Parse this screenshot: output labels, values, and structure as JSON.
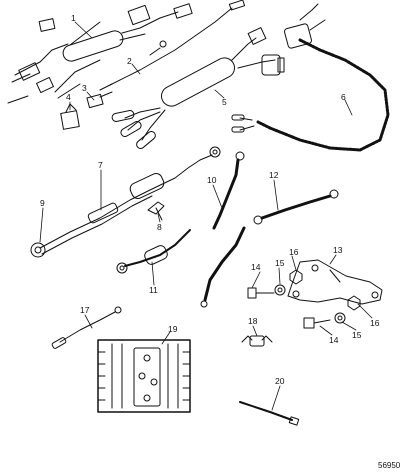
{
  "diagram": {
    "drawing_code": "56950",
    "callouts": [
      {
        "id": "c1",
        "text": "1"
      },
      {
        "id": "c2",
        "text": "2"
      },
      {
        "id": "c3",
        "text": "3"
      },
      {
        "id": "c4",
        "text": "4"
      },
      {
        "id": "c5",
        "text": "5"
      },
      {
        "id": "c6",
        "text": "6"
      },
      {
        "id": "c7",
        "text": "7"
      },
      {
        "id": "c8",
        "text": "8"
      },
      {
        "id": "c9",
        "text": "9"
      },
      {
        "id": "c10",
        "text": "10"
      },
      {
        "id": "c11",
        "text": "11"
      },
      {
        "id": "c12",
        "text": "12"
      },
      {
        "id": "c13",
        "text": "13"
      },
      {
        "id": "c14a",
        "text": "14"
      },
      {
        "id": "c14b",
        "text": "14"
      },
      {
        "id": "c15a",
        "text": "15"
      },
      {
        "id": "c15b",
        "text": "15"
      },
      {
        "id": "c16a",
        "text": "16"
      },
      {
        "id": "c16b",
        "text": "16"
      },
      {
        "id": "c17",
        "text": "17"
      },
      {
        "id": "c18",
        "text": "18"
      },
      {
        "id": "c19",
        "text": "19"
      },
      {
        "id": "c20",
        "text": "20"
      }
    ]
  }
}
